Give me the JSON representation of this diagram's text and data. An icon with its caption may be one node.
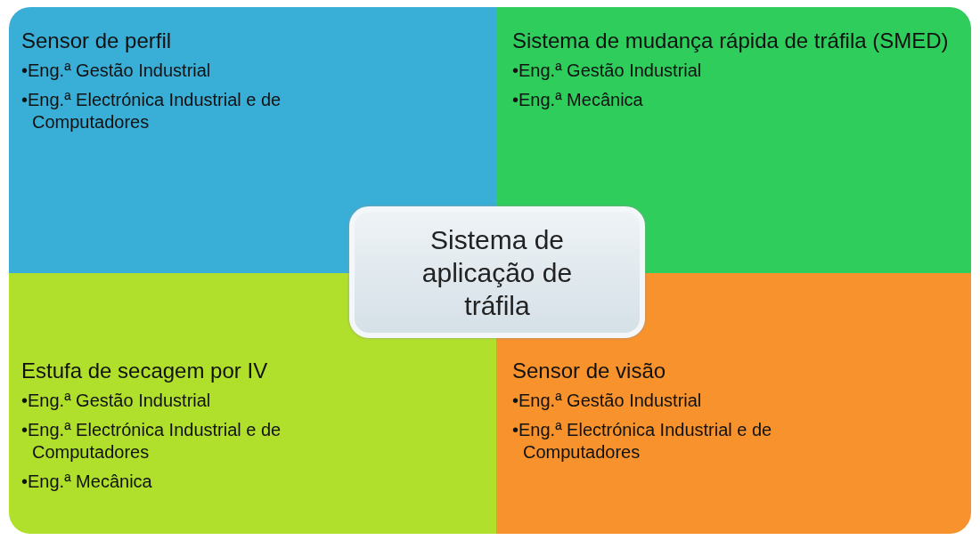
{
  "diagram": {
    "nodes": [
      {
        "text": [
          "Sensor de perfil",
          "•Eng.ª Gestão Industrial",
          "•Eng.ª Electrónica Industrial e de Computadores"
        ]
      },
      {
        "text": [
          "Sistema de mudança rápida de tráfila (SMED)",
          "•Eng.ª Gestão Industrial",
          "•Eng.ª Mecânica"
        ]
      },
      {
        "text": [
          "Sistema de aplicação de tráfila"
        ]
      },
      {
        "text": [
          "Estufa de secagem por IV",
          "•Eng.ª Gestão Industrial",
          "•Eng.ª Electrónica Industrial e de Computadores",
          "•Eng.ª Mecânica"
        ]
      },
      {
        "text": [
          "Sensor de visão",
          "•Eng.ª Gestão Industrial",
          "•Eng.ª Electrónica Industrial e de Computadores"
        ]
      }
    ],
    "edges": []
  }
}
